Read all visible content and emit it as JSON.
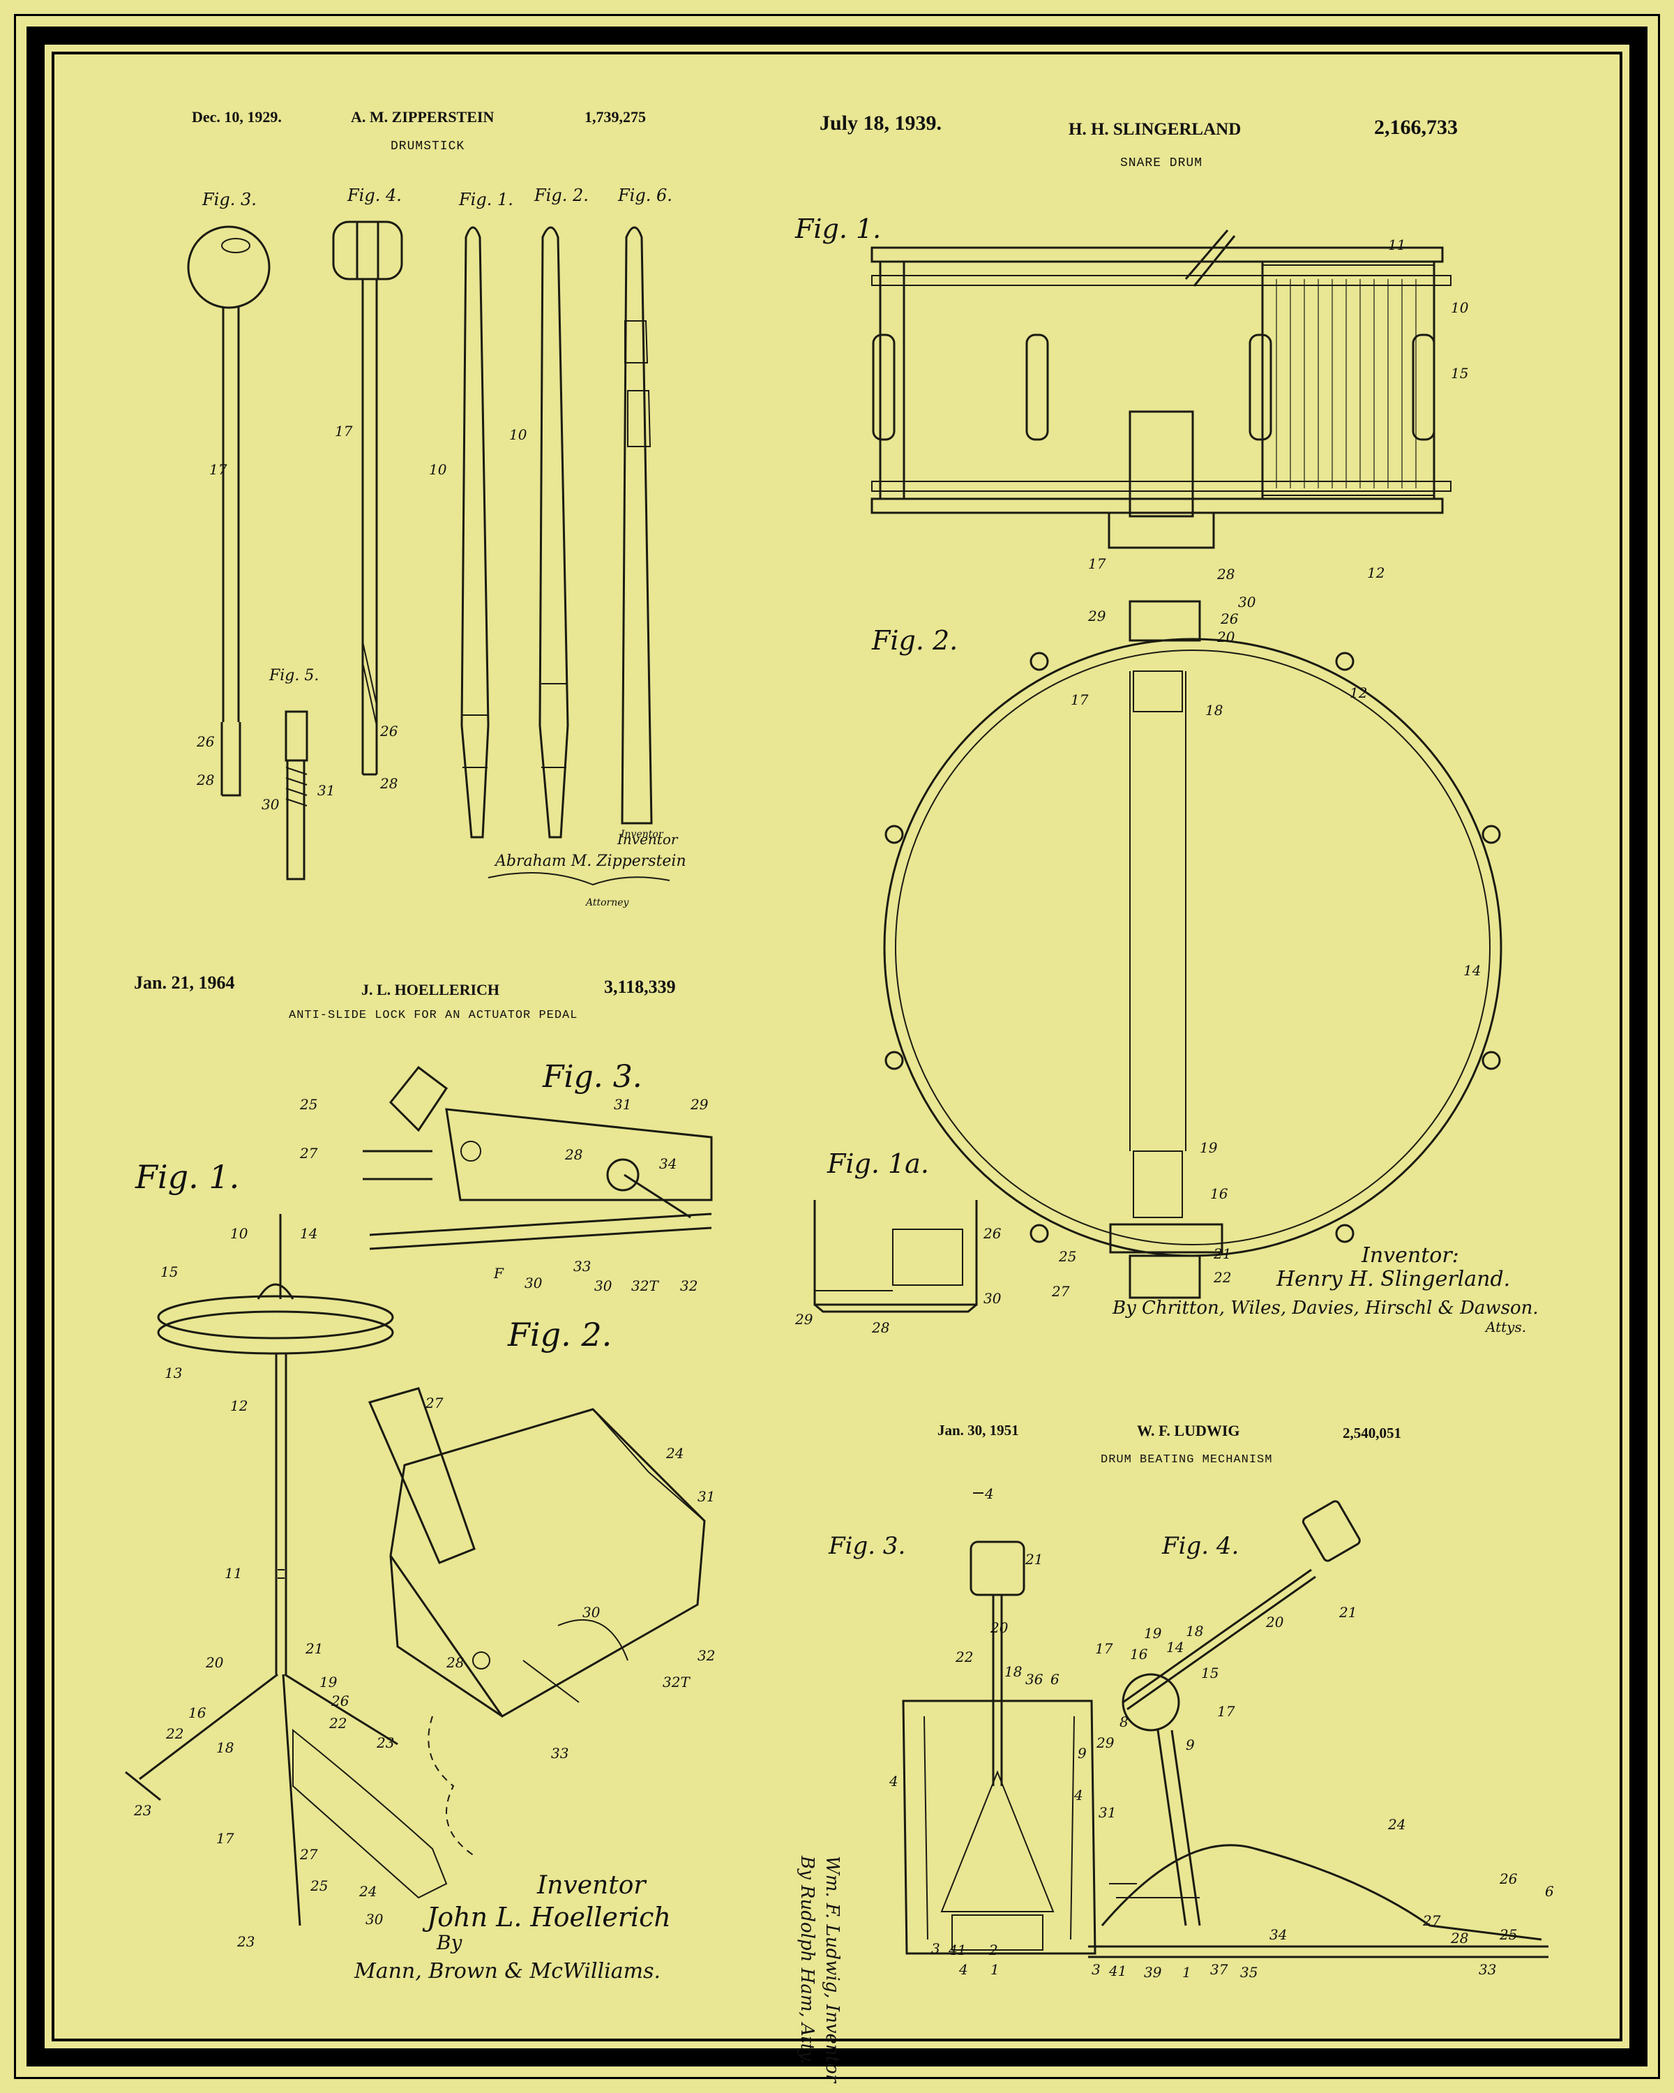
{
  "patents": {
    "zipperstein": {
      "date": "Dec. 10, 1929.",
      "inventor": "A. M. ZIPPERSTEIN",
      "number": "1,739,275",
      "title": "DRUMSTICK",
      "signature_name": "Abraham M. Zipperstein",
      "inventor_label": "Inventor",
      "attorney_label": "Attorney",
      "figures": [
        "Fig. 3.",
        "Fig. 4.",
        "Fig. 1.",
        "Fig. 2.",
        "Fig. 6.",
        "Fig. 5."
      ]
    },
    "slingerland": {
      "date": "July 18, 1939.",
      "inventor": "H. H. SLINGERLAND",
      "number": "2,166,733",
      "title": "SNARE DRUM",
      "inventor_label": "Inventor:",
      "signature_name": "Henry H. Slingerland.",
      "attorneys": "By Chritton, Wiles, Davies, Hirschl & Dawson.",
      "attys_label": "Attys.",
      "figures": [
        "Fig. 1.",
        "Fig. 2.",
        "Fig. 1a."
      ]
    },
    "hoellerich": {
      "date": "Jan. 21, 1964",
      "inventor": "J. L. HOELLERICH",
      "number": "3,118,339",
      "title": "ANTI-SLIDE LOCK FOR AN ACTUATOR PEDAL",
      "inventor_label": "Inventor",
      "signature_name": "John L. Hoellerich",
      "by_label": "By",
      "attorneys": "Mann, Brown & McWilliams.",
      "figures": [
        "Fig. 3.",
        "Fig. 1.",
        "Fig. 2."
      ]
    },
    "ludwig": {
      "date": "Jan. 30, 1951",
      "inventor": "W. F. LUDWIG",
      "number": "2,540,051",
      "title": "DRUM BEATING MECHANISM",
      "signature_vertical": "Wm. F. Ludwig, Inventor",
      "attorney_vertical": "By Rudolph Ham, Atty.",
      "figures": [
        "Fig. 3.",
        "Fig. 4."
      ]
    }
  }
}
